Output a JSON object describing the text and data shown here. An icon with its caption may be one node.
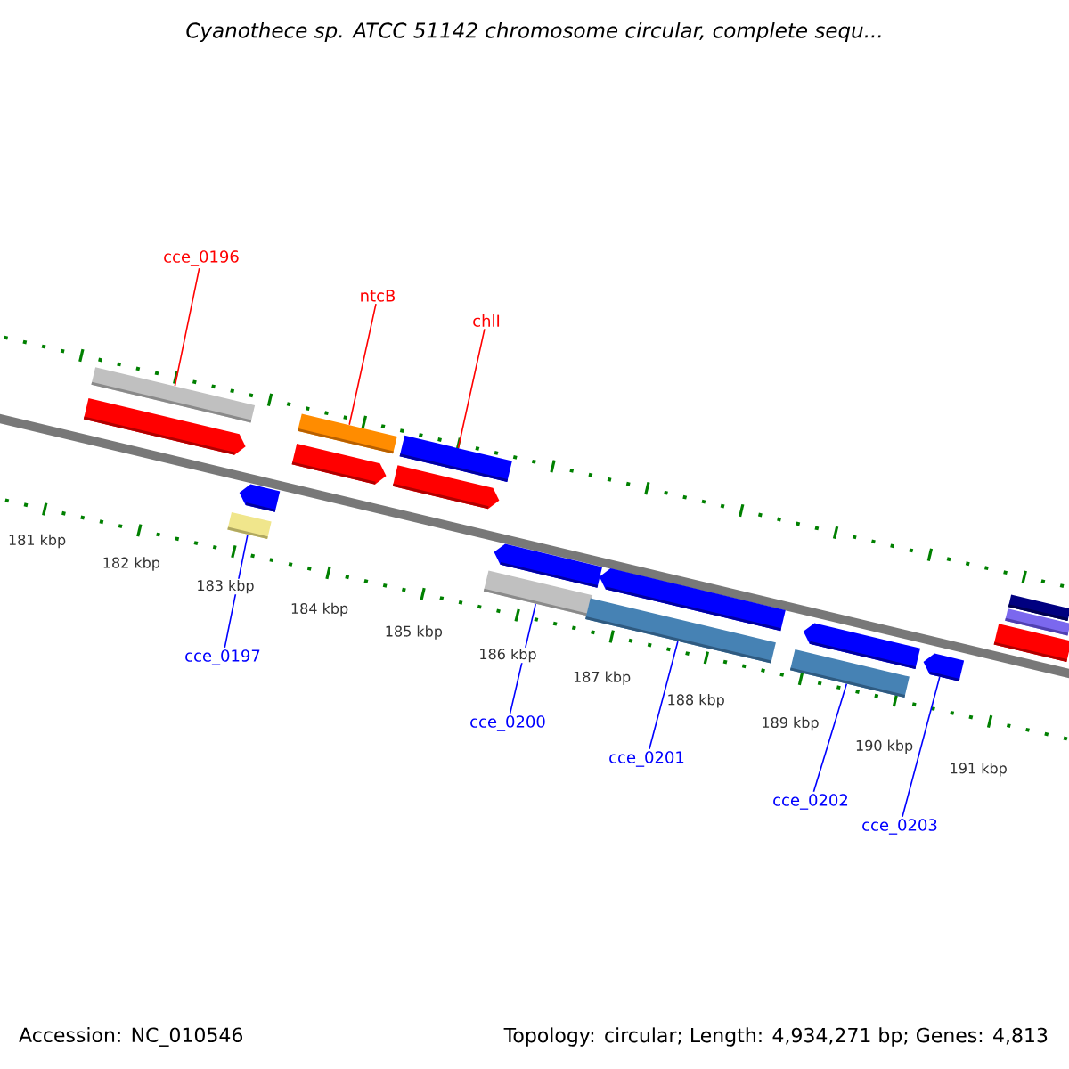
{
  "diagram": {
    "title": "Cyanothece sp. ATCC 51142 chromosome circular, complete sequ...",
    "nodes": [
      {
        "text": [
          "cce_0196"
        ]
      },
      {
        "text": [
          "ntcB"
        ]
      },
      {
        "text": [
          "chlI"
        ]
      },
      {
        "text": [],
        "shape": "box"
      },
      {
        "text": [],
        "shape": "box"
      },
      {
        "text": [],
        "shape": "box"
      },
      {
        "text": [],
        "shape": "box"
      },
      {
        "text": [],
        "shape": "box"
      },
      {
        "text": [],
        "shape": "box"
      },
      {
        "text": [],
        "shape": "box"
      },
      {
        "text": [],
        "shape": "pentagon"
      },
      {
        "text": [
          "cce_0197"
        ]
      },
      {
        "text": [
          "cce_0200"
        ]
      },
      {
        "text": [
          "cce_0201"
        ]
      },
      {
        "text": [
          "cce_0202"
        ]
      },
      {
        "text": [
          "cce_0203"
        ]
      },
      {
        "text": [],
        "shape": "pentagon"
      },
      {
        "text": [],
        "shape": "pentagon"
      },
      {
        "text": [],
        "shape": "pentagon"
      },
      {
        "text": [],
        "shape": "pentagon"
      },
      {
        "text": [],
        "shape": "pentagon"
      },
      {
        "text": [],
        "shape": "pentagon"
      },
      {
        "text": [],
        "shape": "pentagon"
      },
      {
        "text": [],
        "shape": "box"
      },
      {
        "text": [],
        "shape": "box"
      },
      {
        "text": [],
        "shape": "pentagon"
      }
    ],
    "edges": [
      {
        "from": 0,
        "to": 3,
        "arrow": "none",
        "color": "#ff0000"
      },
      {
        "from": 1,
        "to": 4,
        "arrow": "none",
        "color": "#ff0000"
      },
      {
        "from": 2,
        "to": 5,
        "arrow": "none",
        "color": "#ff0000"
      },
      {
        "from": 11,
        "to": 6,
        "arrow": "none"
      },
      {
        "from": 12,
        "to": 7,
        "arrow": "none"
      },
      {
        "from": 13,
        "to": 8,
        "arrow": "none"
      },
      {
        "from": 14,
        "to": 9,
        "arrow": "none"
      },
      {
        "from": 15,
        "to": 10,
        "arrow": "none"
      }
    ],
    "labels": [
      "181 kbp",
      "182 kbp",
      "183 kbp",
      "184 kbp",
      "185 kbp",
      "186 kbp",
      "187 kbp",
      "188 kbp",
      "189 kbp",
      "190 kbp",
      "191 kbp",
      "Accession: NC_010546",
      "Topology: circular; Length: 4,934,271 bp; Genes: 4,813"
    ]
  }
}
